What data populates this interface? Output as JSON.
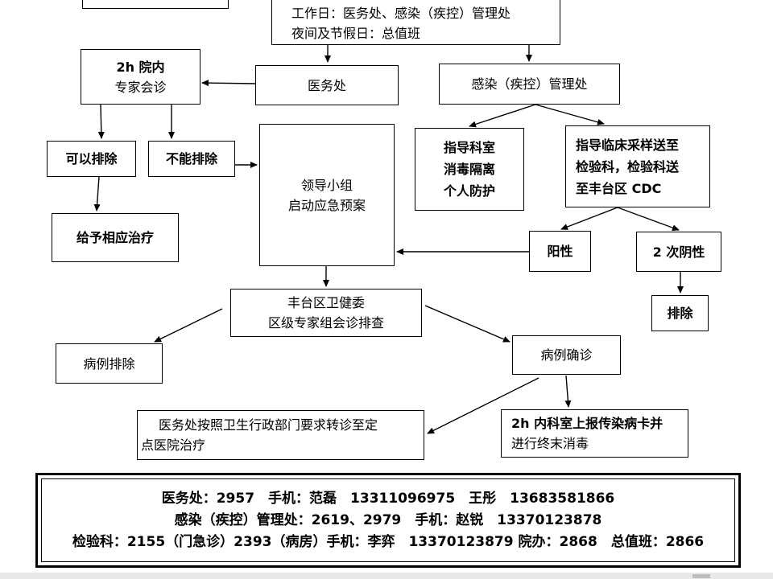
{
  "flowchart": {
    "top_left_box": {
      "lines": []
    },
    "workday_box": {
      "lines": [
        "工作日：医务处、感染（疾控）管理处",
        "夜间及节假日：总值班"
      ]
    },
    "expert_consult": {
      "lines": [
        "2h 院内",
        "专家会诊"
      ]
    },
    "medical_dept": {
      "lines": [
        "医务处"
      ]
    },
    "infection_dept": {
      "lines": [
        "感染（疾控）管理处"
      ]
    },
    "can_exclude": {
      "lines": [
        "可以排除"
      ]
    },
    "cannot_exclude": {
      "lines": [
        "不能排除"
      ]
    },
    "leadership_group": {
      "lines": [
        "领导小组",
        "启动应急预案"
      ]
    },
    "guide_disinfection": {
      "lines": [
        "指导科室",
        "消毒隔离",
        "个人防护"
      ]
    },
    "guide_sampling": {
      "lines": [
        "指导临床采样送至",
        "检验科，检验科送",
        "至丰台区 CDC"
      ]
    },
    "give_treatment": {
      "lines": [
        "给予相应治疗"
      ]
    },
    "positive": {
      "lines": [
        "阳性"
      ]
    },
    "negative_twice": {
      "lines": [
        "2 次阴性"
      ]
    },
    "exclude": {
      "lines": [
        "排除"
      ]
    },
    "district_commission": {
      "lines": [
        "丰台区卫健委",
        "区级专家组会诊排查"
      ]
    },
    "case_excluded": {
      "lines": [
        "病例排除"
      ]
    },
    "case_confirmed": {
      "lines": [
        "病例确诊"
      ]
    },
    "transfer": {
      "lines": [
        "医务处按照卫生行政部门要求转诊至定",
        "点医院治疗"
      ]
    },
    "report_disinfect": {
      "lines": [
        "2h 内科室上报传染病卡并",
        "进行终末消毒"
      ]
    }
  },
  "contacts": {
    "line1": "医务处：2957　手机：范磊　13311096975　王彤　13683581866",
    "line2": "感染（疾控）管理处：2619、2979　手机：赵锐　13370123878",
    "line3": "检验科：2155（门急诊）2393（病房）手机：李弈　13370123879 院办：2868　总值班：2866"
  }
}
